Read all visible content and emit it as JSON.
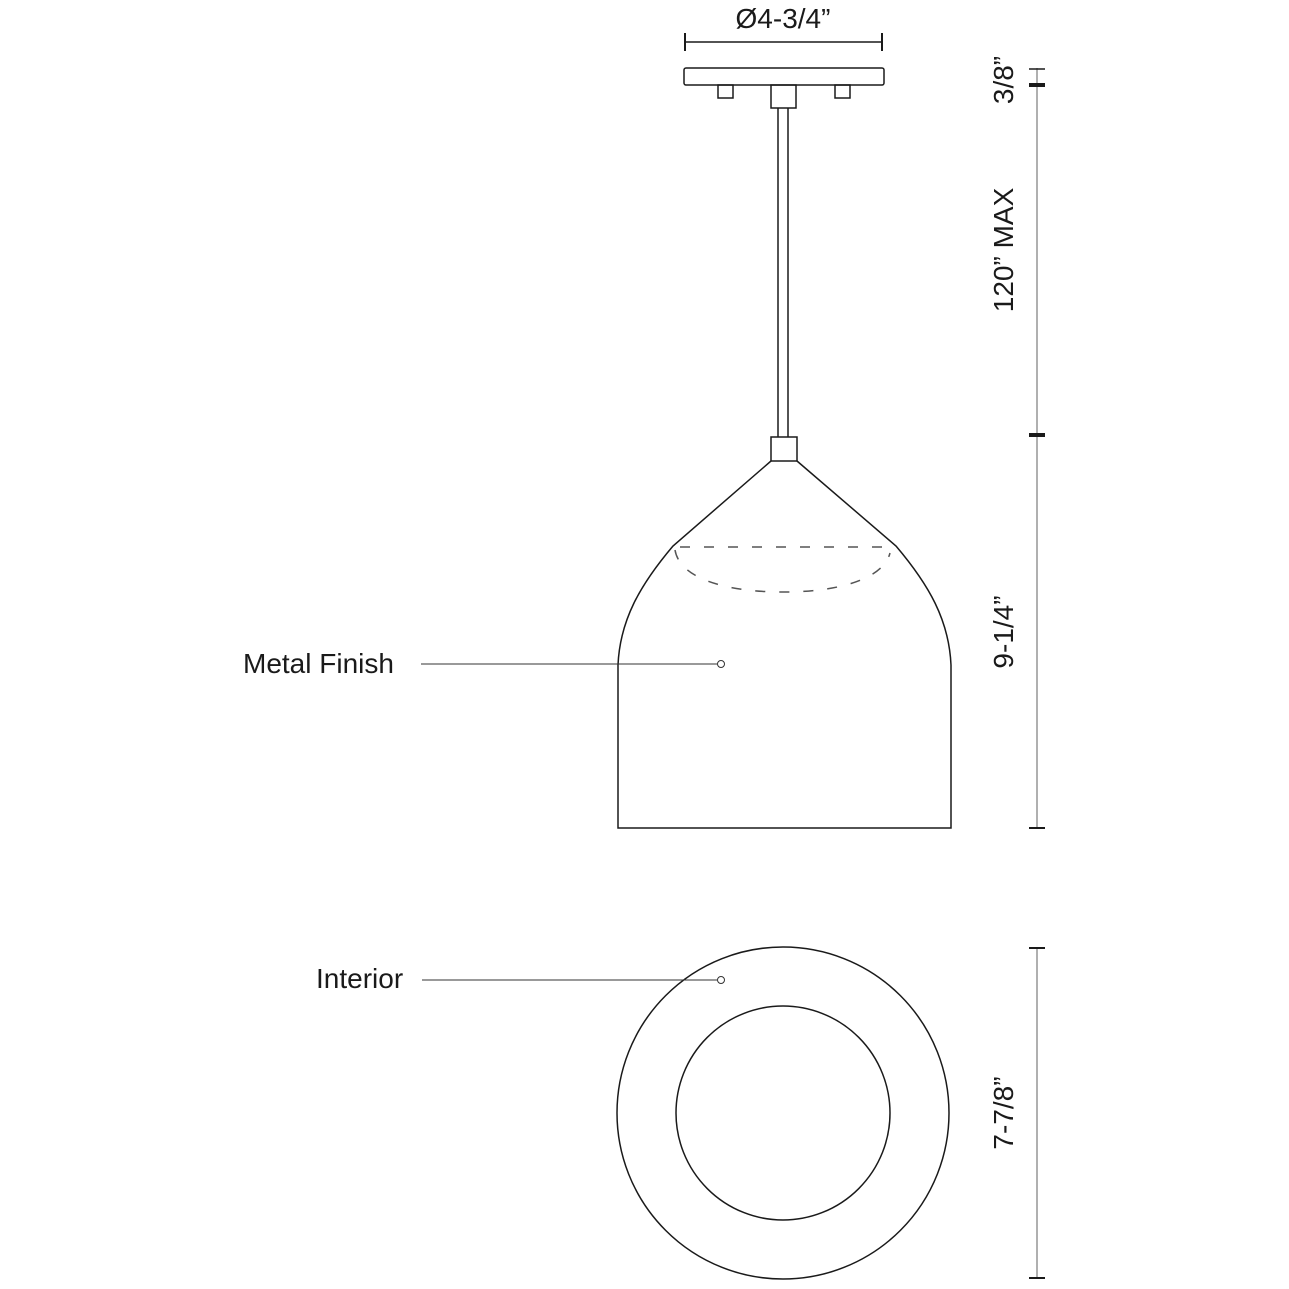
{
  "drawing": {
    "title": "Pendant light dimension drawing",
    "colors": {
      "line": "#1a1a1a",
      "dimension_line": "#b0b0b0",
      "background": "#ffffff"
    }
  },
  "dimensions": {
    "canopy_diameter": "Ø4-3/4”",
    "canopy_height": "3/8”",
    "stem_length": "120” MAX",
    "shade_height": "9-1/4”",
    "shade_diameter": "7-7/8”"
  },
  "callouts": {
    "metal_finish": "Metal Finish",
    "interior": "Interior"
  }
}
